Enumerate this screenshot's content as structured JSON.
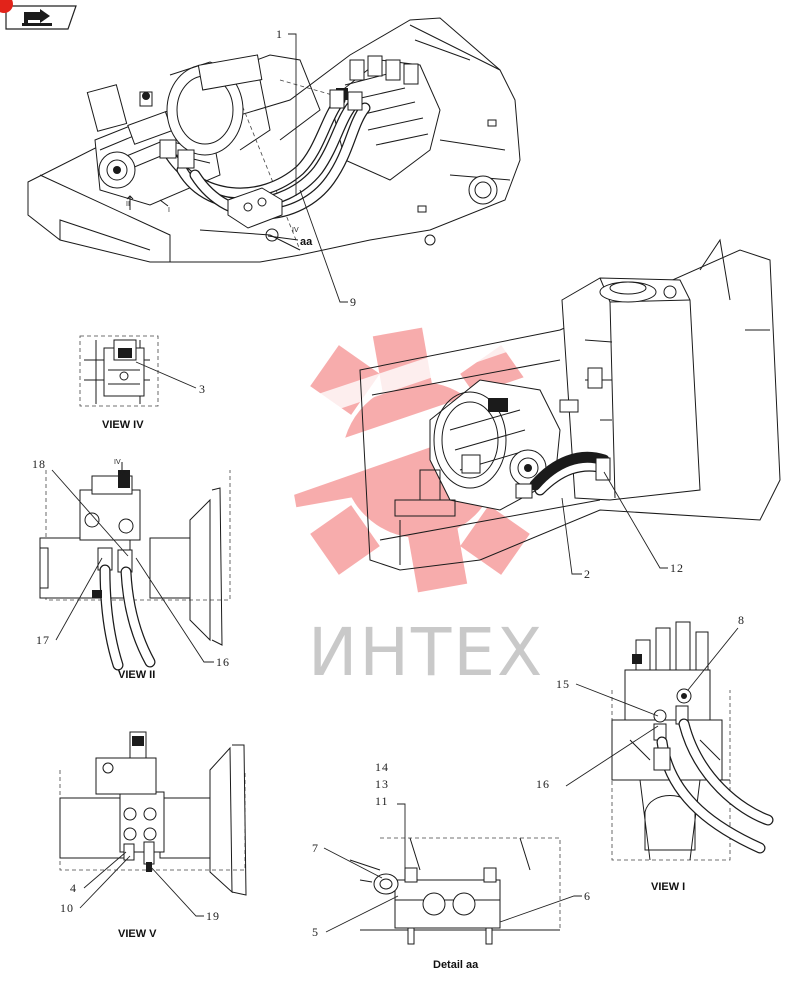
{
  "nav": {
    "icon": "back-arrow-icon"
  },
  "watermark": {
    "text": "ИНТЕХ",
    "color": "#f26a6a"
  },
  "views": {
    "view_iv": "VIEW  IV",
    "view_ii": "VIEW  II",
    "view_v": "VIEW  V",
    "view_i": "VIEW I",
    "detail_aa": "Detail aa"
  },
  "marks": {
    "aa": "aa",
    "iv": "IV",
    "i": "I",
    "ii": "II"
  },
  "callouts": {
    "c1": "1",
    "c2": "2",
    "c3": "3",
    "c4": "4",
    "c5": "5",
    "c6": "6",
    "c7": "7",
    "c8": "8",
    "c9": "9",
    "c10": "10",
    "c11": "11",
    "c12": "12",
    "c13": "13",
    "c14": "14",
    "c15": "15",
    "c16a": "16",
    "c16b": "16",
    "c17": "17",
    "c18": "18",
    "c19": "19"
  }
}
